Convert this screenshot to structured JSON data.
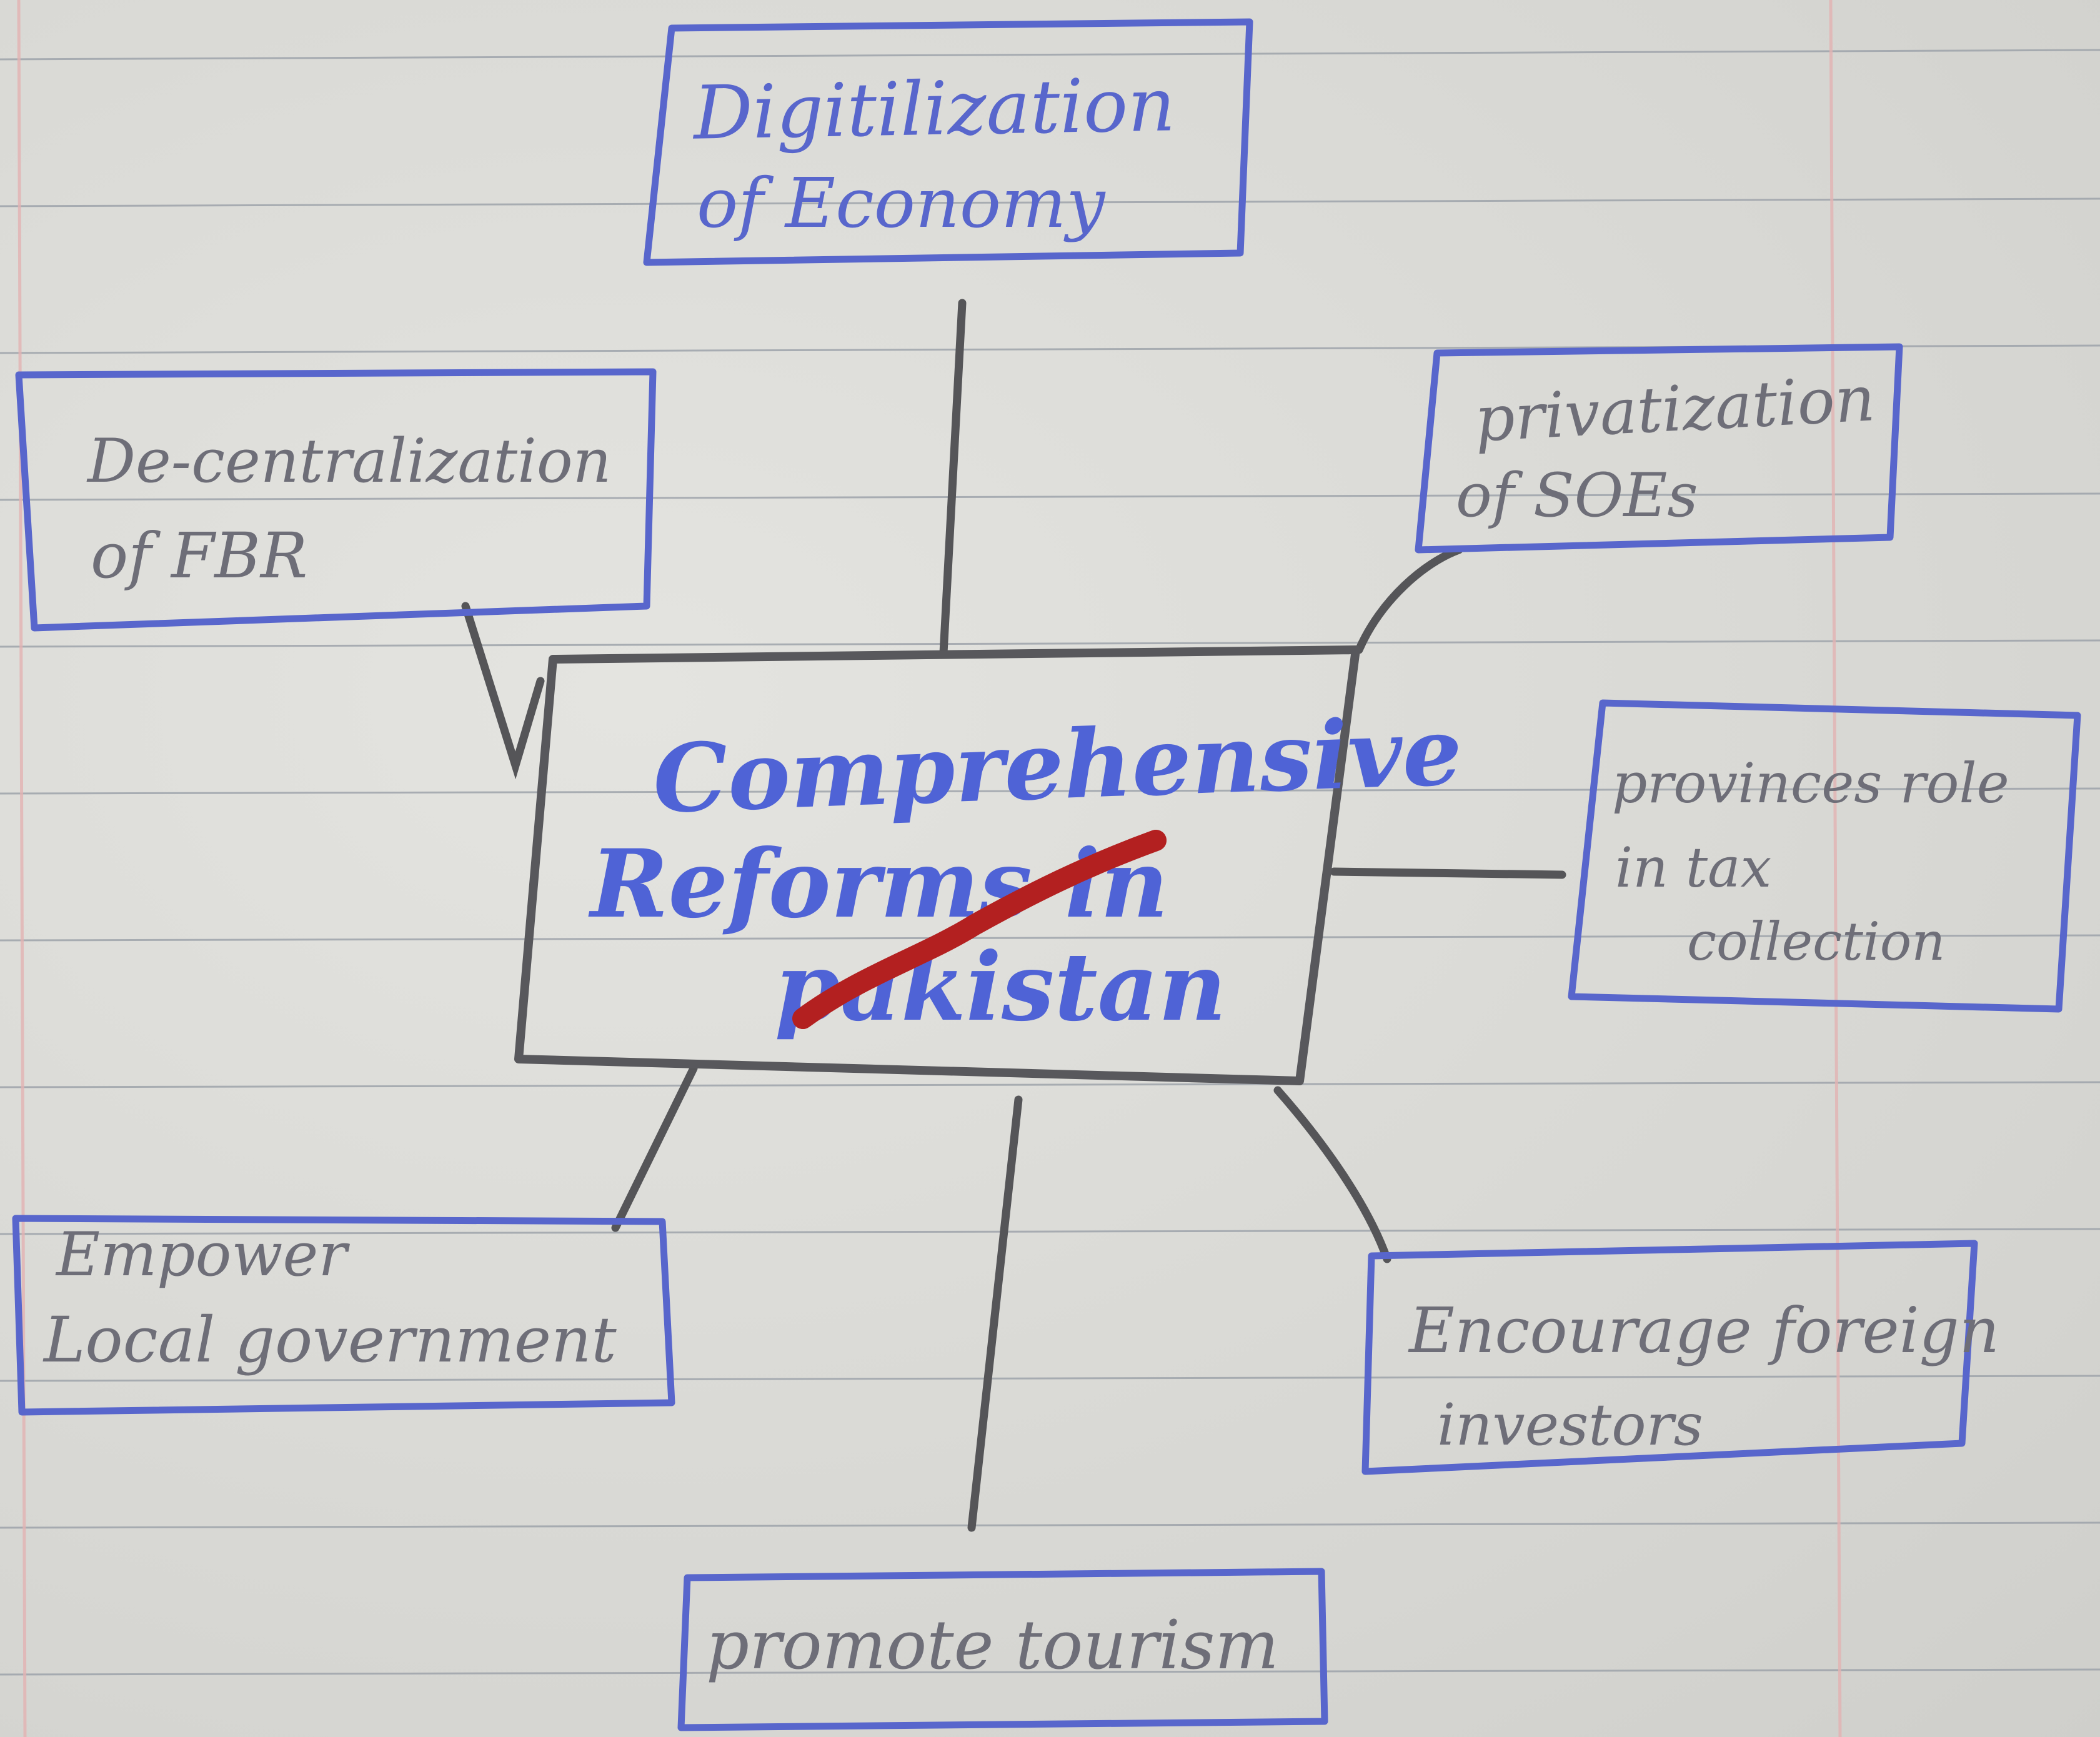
{
  "diagram": {
    "center": {
      "line1": "Comprehensive",
      "line2": "Reforms in",
      "line3": "pakistan"
    },
    "branches": {
      "digitization": {
        "line1": "Digitilization",
        "line2": "of Economy"
      },
      "decentralization": {
        "line1": "De-centralization",
        "line2": "of FBR"
      },
      "privatization": {
        "line1": "privatization",
        "line2": "of SOEs"
      },
      "provinces": {
        "line1": "provinces role",
        "line2": "in tax",
        "line3": "collection"
      },
      "local_gov": {
        "line1": "Empower",
        "line2": "Local government"
      },
      "foreign": {
        "line1": "Encourage foreign",
        "line2": "investors"
      },
      "tourism": {
        "line1": "promote tourism"
      }
    }
  },
  "colors": {
    "paper": "#dadad6",
    "rule_line": "#9aa0a8",
    "margin_line": "#e3b3b3",
    "box_ink": "#5866cc",
    "connector_ink": "#555558",
    "center_text": "#4f63d6",
    "strike": "#b32020"
  }
}
